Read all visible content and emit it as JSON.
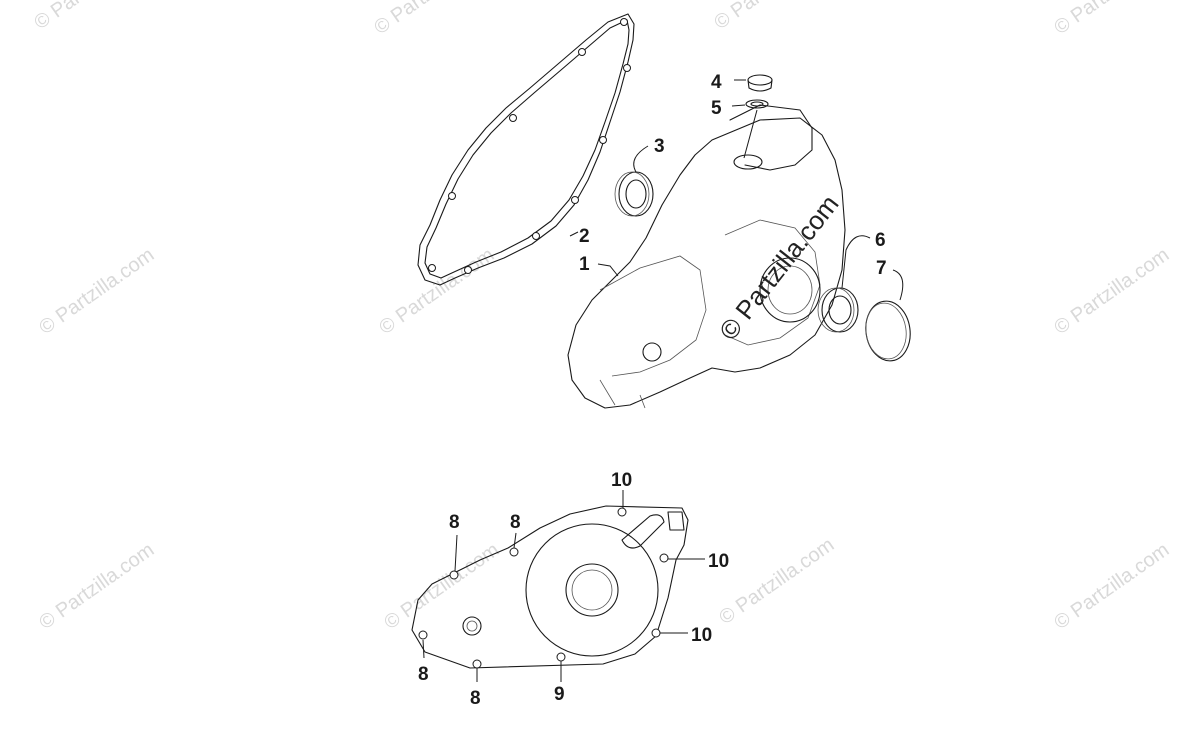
{
  "watermark": {
    "text": "© Partzilla.com",
    "main_text": "© Partzilla.com"
  },
  "callouts": {
    "c1": "1",
    "c2": "2",
    "c3": "3",
    "c4": "4",
    "c5": "5",
    "c6": "6",
    "c7": "7",
    "c8a": "8",
    "c8b": "8",
    "c8c": "8",
    "c8d": "8",
    "c9": "9",
    "c10a": "10",
    "c10b": "10",
    "c10c": "10"
  }
}
